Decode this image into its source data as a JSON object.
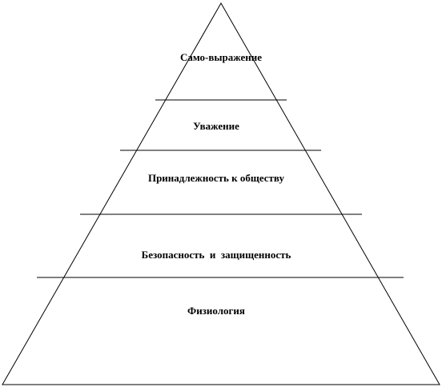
{
  "pyramid": {
    "levels": [
      {
        "label": "Само-выражение"
      },
      {
        "label": "Уважение"
      },
      {
        "label": "Принадлежность к обществу"
      },
      {
        "label": "Безопасность  и  защищенность"
      },
      {
        "label": "Физиология"
      }
    ]
  }
}
